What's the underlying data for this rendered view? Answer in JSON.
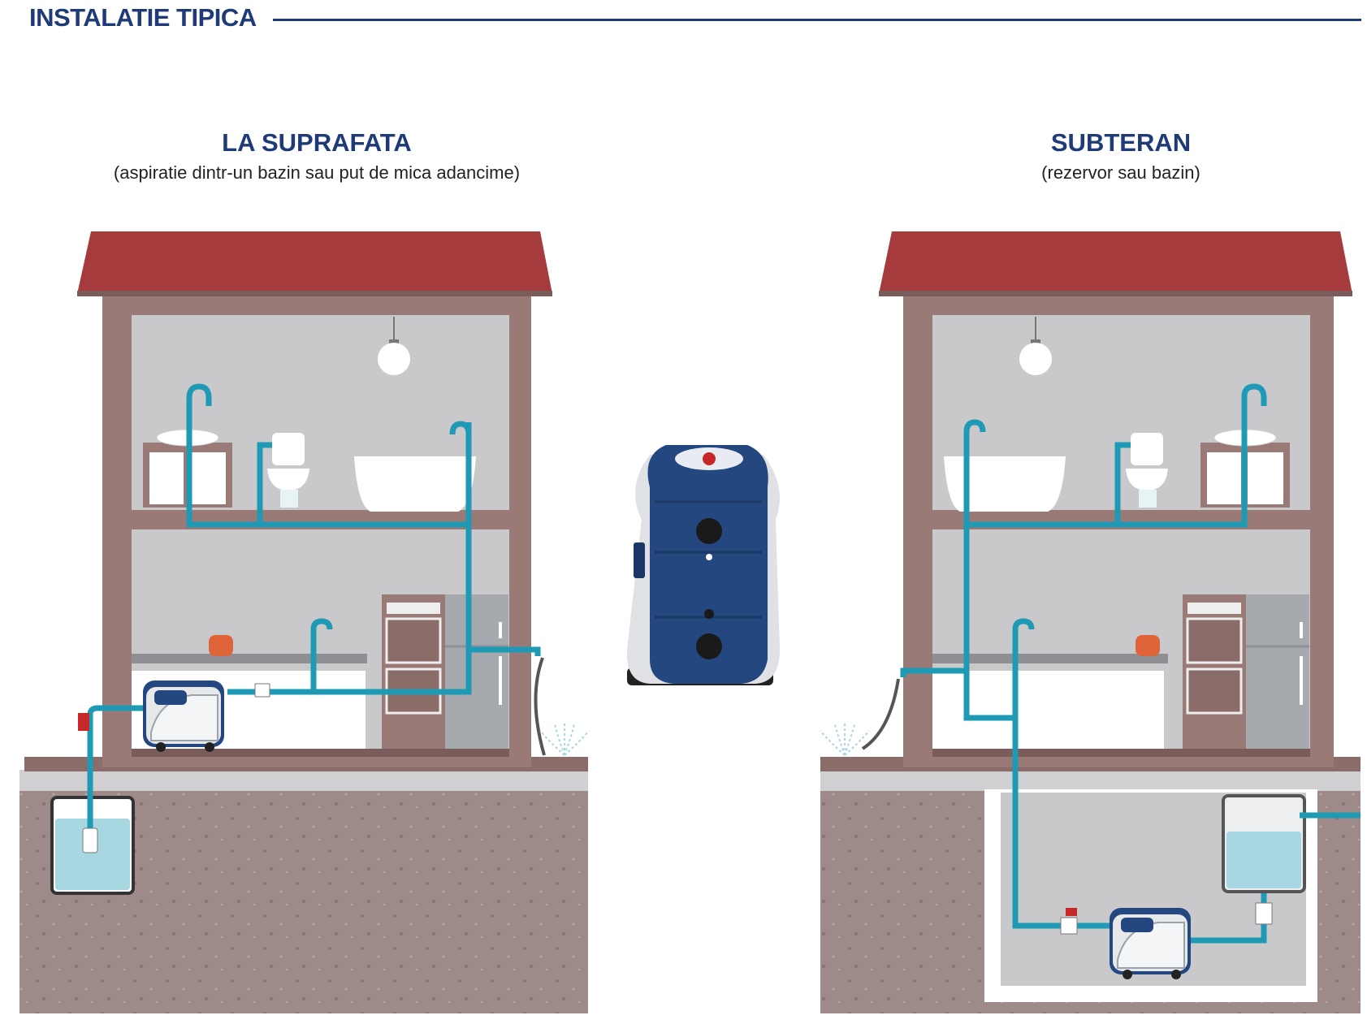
{
  "header": {
    "title": "INSTALATIE TIPICA"
  },
  "sections": [
    {
      "title": "LA SUPRAFATA",
      "subtitle": "(aspiratie dintr-un bazin sau put de mica adancime)"
    },
    {
      "title": "SUBTERAN",
      "subtitle": "(rezervor sau bazin)"
    }
  ],
  "colors": {
    "heading": "#1e3a78",
    "pipe": "#1e9ab5",
    "roof": "#a63b3e",
    "wall": "#9a7a77",
    "interior": "#c9c9cb",
    "water": "#a7d7e0",
    "ground": "#9e8b89",
    "pump_blue": "#24477f"
  }
}
